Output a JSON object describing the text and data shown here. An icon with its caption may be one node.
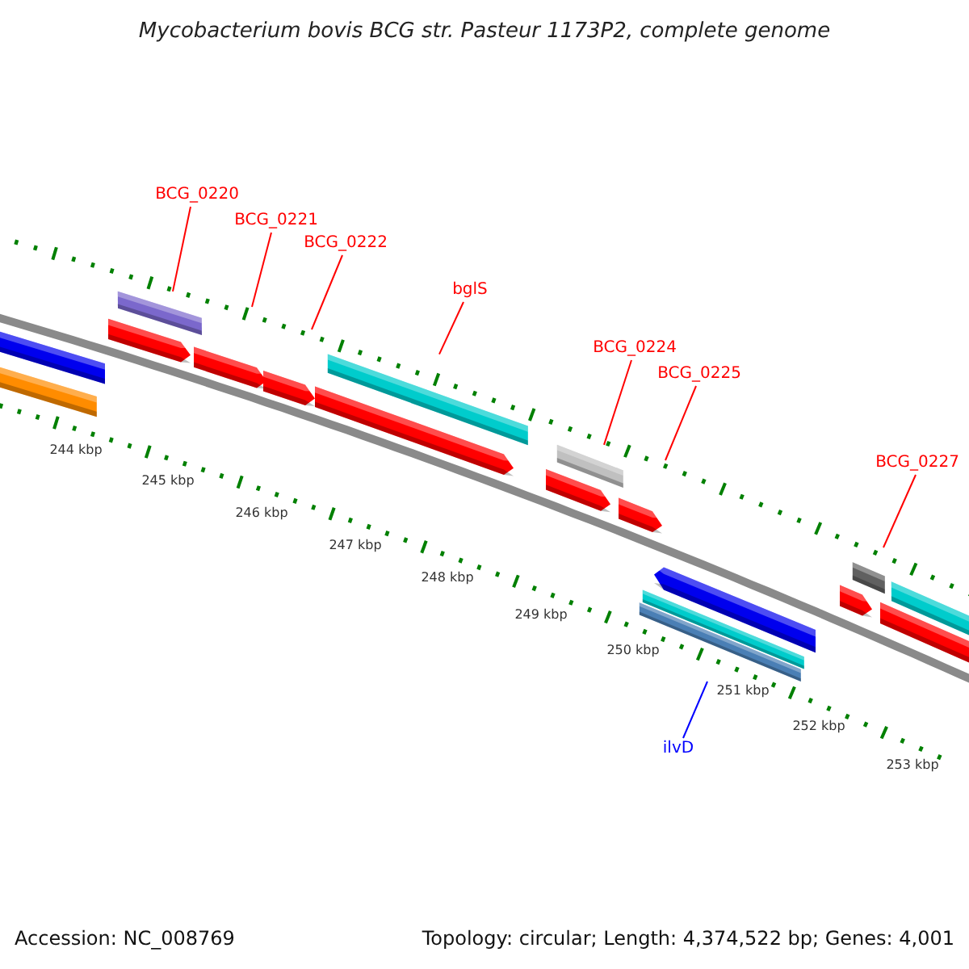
{
  "diagram": {
    "title": "Mycobacterium bovis BCG str. Pasteur 1173P2, complete genome",
    "nodes": [
      {
        "text": [
          "BCG_0220"
        ]
      },
      {
        "text": [
          "BCG_0221"
        ]
      },
      {
        "text": [
          "BCG_0222"
        ]
      },
      {
        "text": [
          "bglS"
        ]
      },
      {
        "text": [
          "BCG_0224"
        ]
      },
      {
        "text": [
          "BCG_0225"
        ]
      },
      {
        "text": [
          "BCG_0227"
        ]
      },
      {
        "text": [
          "ilvD"
        ]
      },
      {
        "text": [],
        "shape": "bar"
      },
      {
        "text": [],
        "shape": "bar"
      },
      {
        "text": [],
        "shape": "bar"
      },
      {
        "text": [],
        "shape": "bar"
      }
    ],
    "edges": [
      {
        "from": 0,
        "to": 8,
        "arrow": "none"
      },
      {
        "from": 1,
        "to": null,
        "arrow": "none"
      },
      {
        "from": 2,
        "to": null,
        "arrow": "none"
      },
      {
        "from": 3,
        "to": 9,
        "arrow": "none"
      },
      {
        "from": 4,
        "to": 10,
        "arrow": "none"
      },
      {
        "from": 5,
        "to": null,
        "arrow": "none"
      },
      {
        "from": 6,
        "to": null,
        "arrow": "none"
      },
      {
        "from": 7,
        "to": 11,
        "arrow": "none",
        "color": "#0000ff"
      }
    ],
    "labels": [
      "244 kbp",
      "245 kbp",
      "246 kbp",
      "247 kbp",
      "248 kbp",
      "249 kbp",
      "250 kbp",
      "251 kbp",
      "252 kbp",
      "253 kbp",
      "Accession: NC_008769",
      "Topology: circular; Length: 4,374,522 bp; Genes: 4,001"
    ]
  }
}
